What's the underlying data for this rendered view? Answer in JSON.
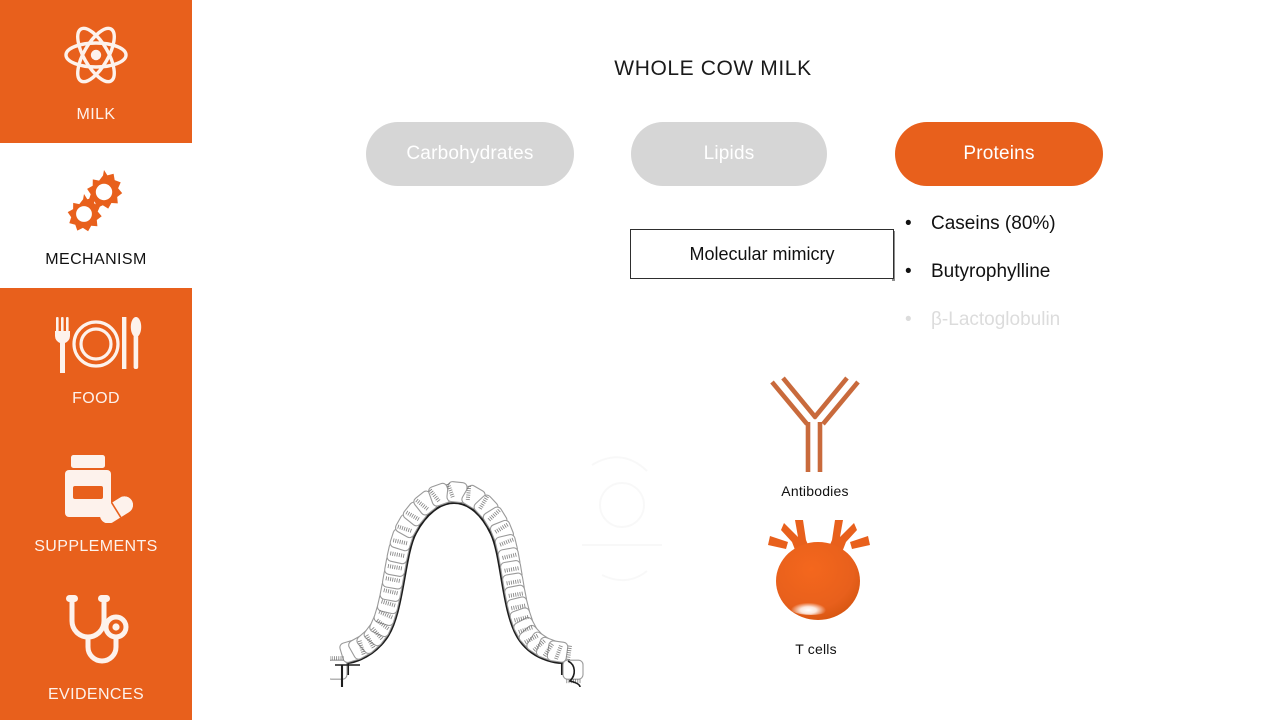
{
  "colors": {
    "accent": "#e8601c",
    "pill_grey": "#d6d6d6",
    "faded_text": "#dcdcdc",
    "antibody_line": "#c96a3c",
    "ink": "#111111"
  },
  "sidebar": {
    "items": [
      {
        "label": "MILK",
        "icon": "atom-icon",
        "state": "orange"
      },
      {
        "label": "MECHANISM",
        "icon": "gears-icon",
        "state": "active"
      },
      {
        "label": "FOOD",
        "icon": "cutlery-plate-icon",
        "state": "orange"
      },
      {
        "label": "SUPPLEMENTS",
        "icon": "pill-bottle-icon",
        "state": "orange"
      },
      {
        "label": "EVIDENCES",
        "icon": "stethoscope-icon",
        "state": "orange"
      }
    ]
  },
  "header": {
    "title": "WHOLE COW MILK"
  },
  "pills": [
    {
      "label": "Carbohydrates",
      "state": "inactive"
    },
    {
      "label": "Lipids",
      "state": "inactive"
    },
    {
      "label": "Proteins",
      "state": "active"
    }
  ],
  "mimicry": {
    "label": "Molecular mimicry"
  },
  "protein_list": {
    "bullet": "•",
    "items": [
      {
        "label": "Caseins (80%)",
        "state": "visible"
      },
      {
        "label": "Butyrophylline",
        "state": "visible"
      },
      {
        "label": "β-Lactoglobulin",
        "state": "faded"
      }
    ]
  },
  "figures": {
    "villus": {
      "name": "intestinal-villus-illustration"
    },
    "antibody": {
      "caption": "Antibodies"
    },
    "tcell": {
      "caption": "T cells"
    }
  }
}
